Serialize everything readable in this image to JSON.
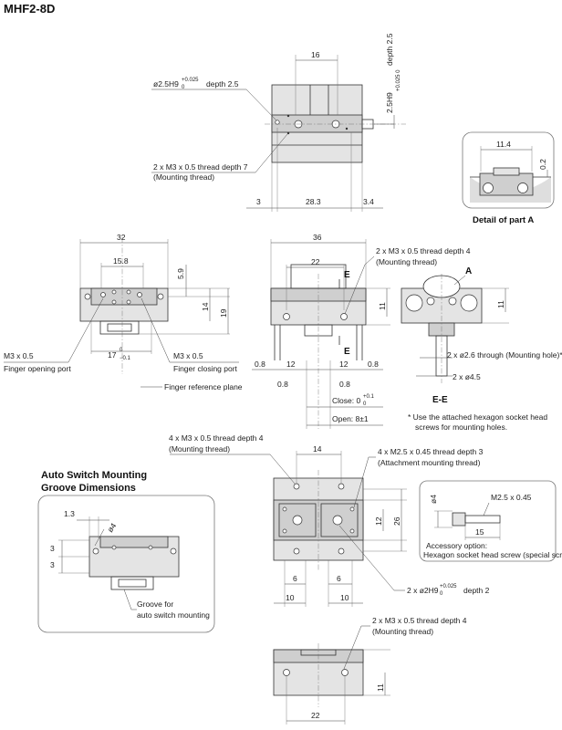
{
  "title": "MHF2-8D",
  "top_view": {
    "dim_16": "16",
    "pin_hole_label": "ø2.5H9",
    "pin_hole_tol_upper": "+0.025",
    "pin_hole_tol_lower": "0",
    "pin_hole_depth": "depth 2.5",
    "side_hole_label": "2.5H9",
    "side_hole_tol": "+0.025 0",
    "side_hole_depth": "depth 2.5",
    "mount_thread_1": "2 x M3 x 0.5 thread depth 7",
    "mount_thread_2": "(Mounting thread)",
    "dim_3": "3",
    "dim_28_3": "28.3",
    "dim_3_4": "3.4"
  },
  "detail_a": {
    "dim_11_4": "11.4",
    "dim_0_2": "0.2",
    "caption": "Detail of part A"
  },
  "front_view": {
    "dim_32": "32",
    "dim_15_8": "15.8",
    "dim_5_9": "5.9",
    "dim_14": "14",
    "dim_19": "19",
    "port_open_1": "M3 x 0.5",
    "port_open_2": "Finger opening port",
    "dim_17": "17",
    "dim_17_tol_upper": "0",
    "dim_17_tol_lower": "−0.1",
    "port_close_1": "M3 x 0.5",
    "port_close_2": "Finger closing port",
    "finger_ref": "Finger reference plane"
  },
  "side_view": {
    "dim_36": "36",
    "dim_22": "22",
    "section_mark": "E",
    "thread_1": "2 x M3 x 0.5 thread depth 4",
    "thread_2": "(Mounting thread)",
    "dim_11": "11",
    "dim_0_8": "0.8",
    "dim_12": "12",
    "close_label": "Close: 0",
    "close_tol_upper": "+0.1",
    "close_tol_lower": "0",
    "open_label": "Open: 8±1"
  },
  "section_ee": {
    "detail_mark": "A",
    "dim_11": "11",
    "through_hole": "2 x ø2.6 through (Mounting hole)*",
    "dim_4_5": "2 x ø4.5",
    "title": "E-E",
    "note_1": "* Use the attached hexagon socket head",
    "note_2": "screws for mounting holes."
  },
  "auto_switch": {
    "heading_1": "Auto Switch Mounting",
    "heading_2": "Groove Dimensions",
    "dim_1_3": "1.3",
    "dim_phi4": "ø4",
    "dim_3": "3",
    "groove_1": "Groove for",
    "groove_2": "auto switch mounting"
  },
  "bottom_view": {
    "thread_top_1": "4 x M3 x 0.5 thread depth 4",
    "thread_top_2": "(Mounting thread)",
    "dim_14": "14",
    "attach_1": "4 x M2.5 x 0.45 thread depth 3",
    "attach_2": "(Attachment mounting thread)",
    "dim_12": "12",
    "dim_26": "26",
    "dim_6": "6",
    "dim_10": "10",
    "pin_label": "2 x ø2H9",
    "pin_tol_upper": "+0.025",
    "pin_tol_lower": "0",
    "pin_depth": "depth 2"
  },
  "accessory": {
    "dim_phi4": "ø4",
    "thread": "M2.5 x 0.45",
    "dim_15": "15",
    "label_1": "Accessory option:",
    "label_2": "Hexagon socket head screw (special screws)"
  },
  "end_view": {
    "thread_1": "2 x M3 x 0.5 thread depth 4",
    "thread_2": "(Mounting thread)",
    "dim_11": "11",
    "dim_22": "22"
  }
}
